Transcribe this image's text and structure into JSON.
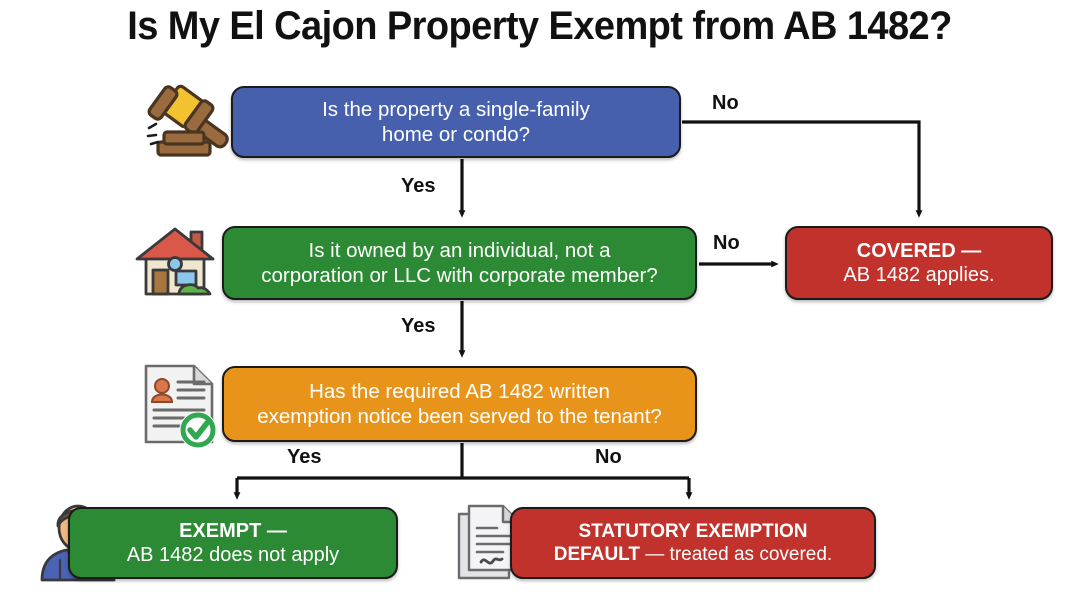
{
  "title": "Is My El Cajon Property Exempt from AB 1482?",
  "colors": {
    "blue": "#4660AE",
    "green": "#2B8A33",
    "orange": "#E8941A",
    "red": "#C0322B",
    "outline": "#1b1b1b",
    "text_on_node": "#ffffff",
    "label_text": "#111111",
    "background": "#ffffff"
  },
  "nodes": {
    "question_1": {
      "line1": "Is the property a single-family",
      "line2": "home or condo?",
      "color": "blue",
      "icon": "gavel-icon"
    },
    "question_2": {
      "line1": "Is it owned by an individual, not a",
      "line2": "corporation or LLC with corporate member?",
      "color": "green",
      "icon": "house-icon"
    },
    "question_3": {
      "line1": "Has the required AB 1482 written",
      "line2": "exemption notice been served to the tenant?",
      "color": "orange",
      "icon": "certificate-icon"
    },
    "covered": {
      "line1": "COVERED —",
      "line2": "AB 1482 applies.",
      "color": "red"
    },
    "exempt": {
      "line1": "EXEMPT —",
      "line2": "AB 1482 does not apply",
      "color": "green",
      "icon": "person-icon"
    },
    "statutory_default": {
      "line1": "STATUTORY EXEMPTION",
      "line2_bold": "DEFAULT",
      "line2_rest": " — treated as covered.",
      "color": "red",
      "icon": "documents-icon"
    }
  },
  "edges": {
    "q1_yes": "Yes",
    "q1_no": "No",
    "q2_yes": "Yes",
    "q2_no": "No",
    "q3_yes": "Yes",
    "q3_no": "No"
  }
}
